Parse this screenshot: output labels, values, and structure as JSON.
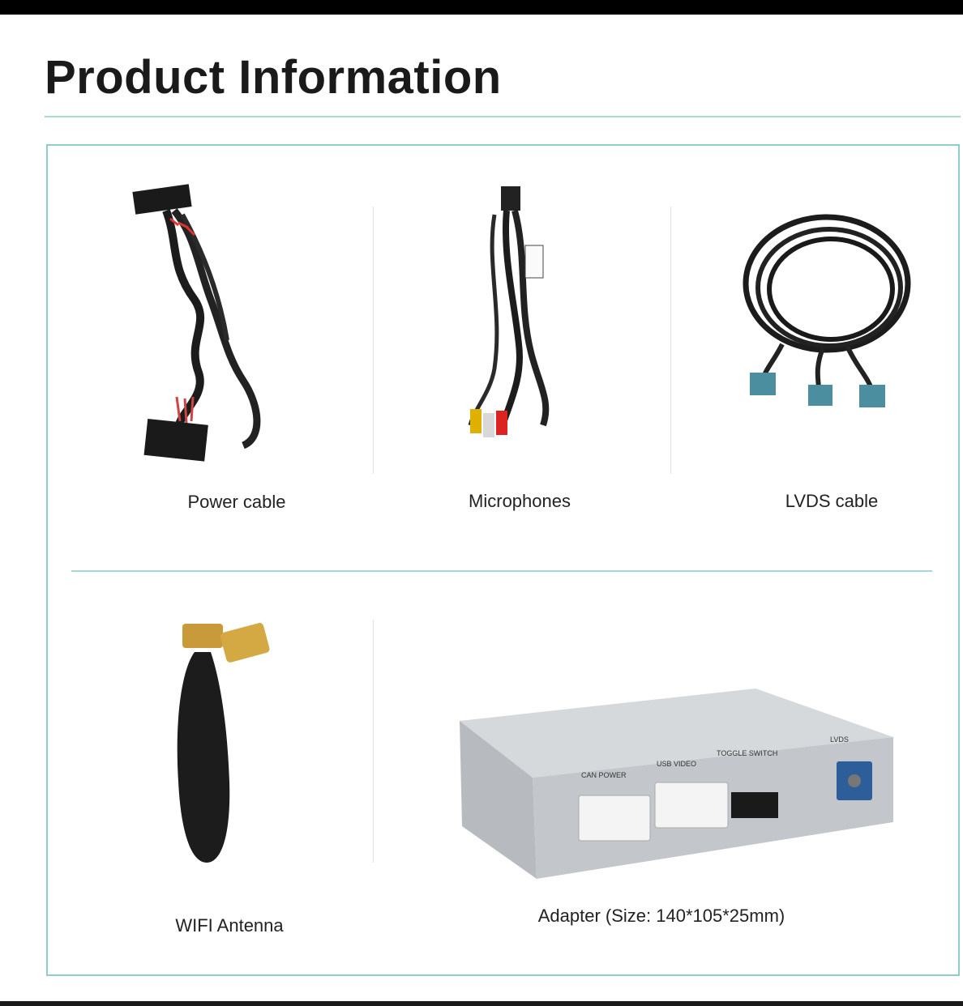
{
  "header": {
    "title": "Product Information"
  },
  "items": [
    {
      "label": "Power cable",
      "icon": "power-cable-image"
    },
    {
      "label": "Microphones",
      "icon": "microphones-cable-image"
    },
    {
      "label": "LVDS cable",
      "icon": "lvds-cable-image"
    },
    {
      "label": "WIFI Antenna",
      "icon": "wifi-antenna-image"
    },
    {
      "label": "Adapter (Size: 140*105*25mm)",
      "icon": "adapter-box-image"
    }
  ],
  "adapter_ports": {
    "can_power": "CAN POWER",
    "usb_video": "USB VIDEO",
    "toggle_switch": "TOGGLE SWITCH",
    "lvds": "LVDS"
  },
  "colors": {
    "accent": "#8fcfc9",
    "bar": "#000000"
  }
}
